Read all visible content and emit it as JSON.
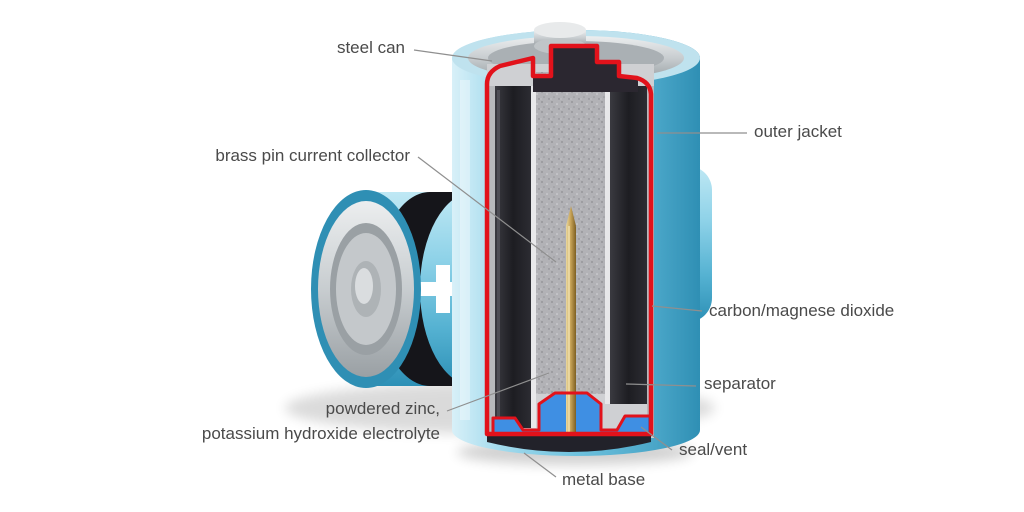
{
  "diagram": {
    "subject": "alkaline-battery-cutaway",
    "background": "#ffffff"
  },
  "labels": {
    "steel_can": "steel can",
    "brass_pin": "brass pin current collector",
    "outer_jacket": "outer jacket",
    "carbon_dioxide": "carbon/magnese dioxide",
    "separator": "separator",
    "powdered_zinc_line1": "powdered zinc,",
    "powdered_zinc_line2": "potassium hydroxide electrolyte",
    "seal_vent": "seal/vent",
    "metal_base": "metal base"
  },
  "colors": {
    "battery_body_blue": "#6fc2de",
    "cut_outline_red": "#e2121b",
    "cathode_black": "#222127",
    "zinc_gray": "#b2b2b6",
    "brass_pin_gold": "#c9a458",
    "seal_blue": "#3f8fe3",
    "label_text": "#4a4a4a",
    "leader_line": "#8f8f8f"
  }
}
